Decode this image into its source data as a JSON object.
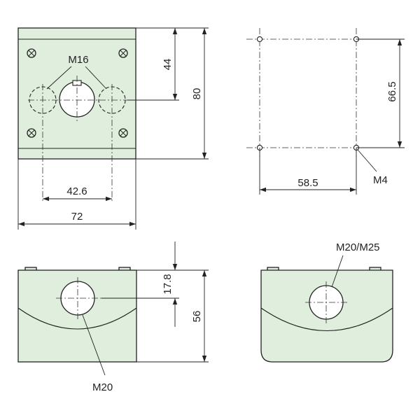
{
  "front_view": {
    "hole_label": "M16",
    "dim_hole_spacing": "42.6",
    "dim_width": "72",
    "dim_top_to_hole": "44",
    "dim_height": "80"
  },
  "mounting_pattern": {
    "dim_horizontal": "58.5",
    "dim_vertical": "66.5",
    "screw_label": "M4"
  },
  "side_view": {
    "dim_hole_height": "17.8",
    "dim_height": "56",
    "hole_label": "M20"
  },
  "end_view": {
    "hole_label": "M20/M25"
  },
  "colors": {
    "part_fill": "#dfeedd",
    "line": "#222222"
  }
}
